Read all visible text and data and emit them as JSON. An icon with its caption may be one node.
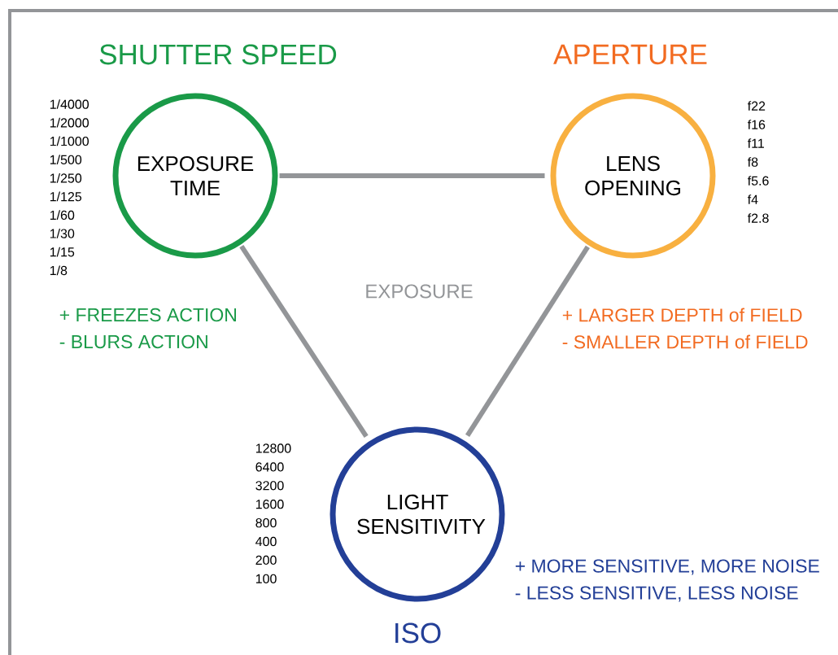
{
  "diagram": {
    "nodes": [
      {
        "text": [
          "SHUTTER SPEED",
          "EXPOSURE TIME"
        ],
        "beside": [
          "1/4000",
          "1/2000",
          "1/1000",
          "1/500",
          "1/250",
          "1/125",
          "1/60",
          "1/30",
          "1/15",
          "1/8",
          "+ FREEZES ACTION",
          "- BLURS ACTION"
        ]
      },
      {
        "text": [
          "APERTURE",
          "LENS OPENING"
        ],
        "beside": [
          "f22",
          "f16",
          "f11",
          "f8",
          "f5.6",
          "f4",
          "f2.8",
          "+ LARGER DEPTH of FIELD",
          "- SMALLER DEPTH of FIELD"
        ]
      },
      {
        "text": [
          "LIGHT SENSITIVITY",
          "ISO"
        ],
        "beside": [
          "12800",
          "6400",
          "3200",
          "1600",
          "800",
          "400",
          "200",
          "100",
          "+ MORE SENSITIVE, MORE NOISE",
          "- LESS SENSITIVE, LESS NOISE"
        ]
      }
    ],
    "edges": [
      {
        "from": 0,
        "to": 1,
        "arrow": "none"
      },
      {
        "from": 0,
        "to": 2,
        "arrow": "none"
      },
      {
        "from": 1,
        "to": 2,
        "arrow": "none"
      }
    ],
    "labels": [
      "EXPOSURE"
    ]
  }
}
